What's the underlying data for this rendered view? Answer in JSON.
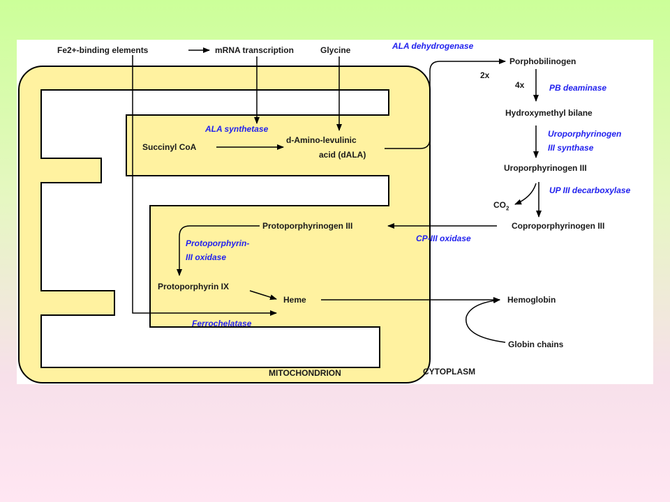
{
  "colors": {
    "mito_fill": "#fff2a0",
    "enzyme_text": "#2222ee",
    "line": "#000000"
  },
  "inputs": {
    "fe_elements": "Fe2+-binding elements",
    "mrna": "mRNA transcription",
    "glycine": "Glycine",
    "succinyl": "Succinyl CoA"
  },
  "nodes": {
    "dala_1": "d-Amino-levulinic",
    "dala_2": "acid (dALA)",
    "pbg": "Porphobilinogen",
    "hmb": "Hydroxymethyl bilane",
    "uro3": "Uroporphyrinogen III",
    "copro3": "Coproporphyrinogen III",
    "proto3": "Protoporphyrinogen III",
    "protoix": "Protoporphyrin IX",
    "heme": "Heme",
    "hemoglobin": "Hemoglobin",
    "globin": "Globin chains",
    "co2": "CO",
    "co2_sub": "2"
  },
  "multipliers": {
    "two_x": "2x",
    "four_x": "4x"
  },
  "enzymes": {
    "ala_synthetase": "ALA synthetase",
    "ala_dehydrogenase": "ALA dehydrogenase",
    "pb_deaminase": "PB deaminase",
    "uro_synthase_1": "Uroporphyrinogen",
    "uro_synthase_2": "III synthase",
    "up3_decarboxylase": "UP III decarboxylase",
    "cp3_oxidase": "CP-III oxidase",
    "proto_oxidase_1": "Protoporphyrin-",
    "proto_oxidase_2": "III oxidase",
    "ferrochelatase": "Ferrochelatase"
  },
  "compartments": {
    "mito": "MITOCHONDRION",
    "cyto": "CYTOPLASM"
  }
}
